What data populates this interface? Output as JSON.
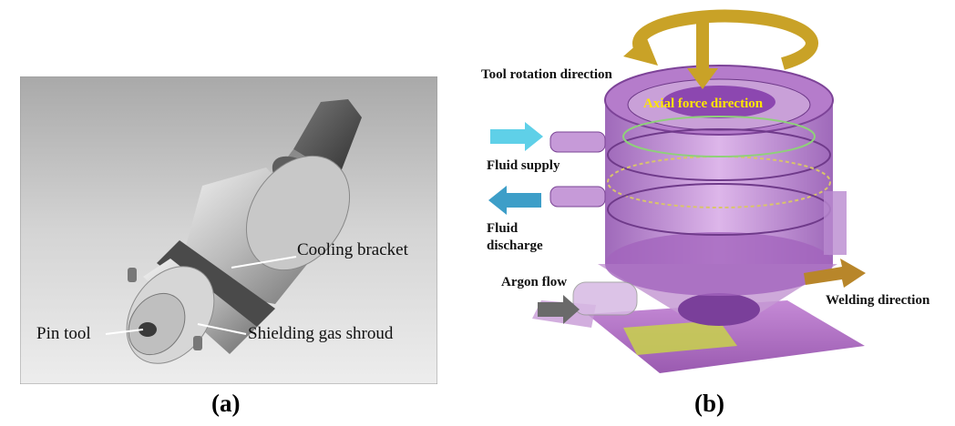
{
  "panel_a": {
    "labels": {
      "cooling_bracket": "Cooling bracket",
      "pin_tool": "Pin tool",
      "shielding_gas_shroud": "Shielding gas shroud"
    },
    "caption": "(a)"
  },
  "panel_b": {
    "labels": {
      "tool_rotation": "Tool rotation direction",
      "axial_force": "Axial force direction",
      "fluid_supply": "Fluid supply",
      "fluid_discharge_line1": "Fluid",
      "fluid_discharge_line2": "discharge",
      "argon_flow": "Argon flow",
      "welding_direction": "Welding direction"
    },
    "caption": "(b)"
  },
  "colors": {
    "rotation_arrow": "#c9a227",
    "axial_label": "#ffe600",
    "fluid_supply_arrow": "#5fd0e8",
    "fluid_discharge_arrow": "#3d9ec8",
    "argon_arrow": "#6a6a6a",
    "welding_arrow": "#b8862a",
    "housing": "#b070c8"
  }
}
